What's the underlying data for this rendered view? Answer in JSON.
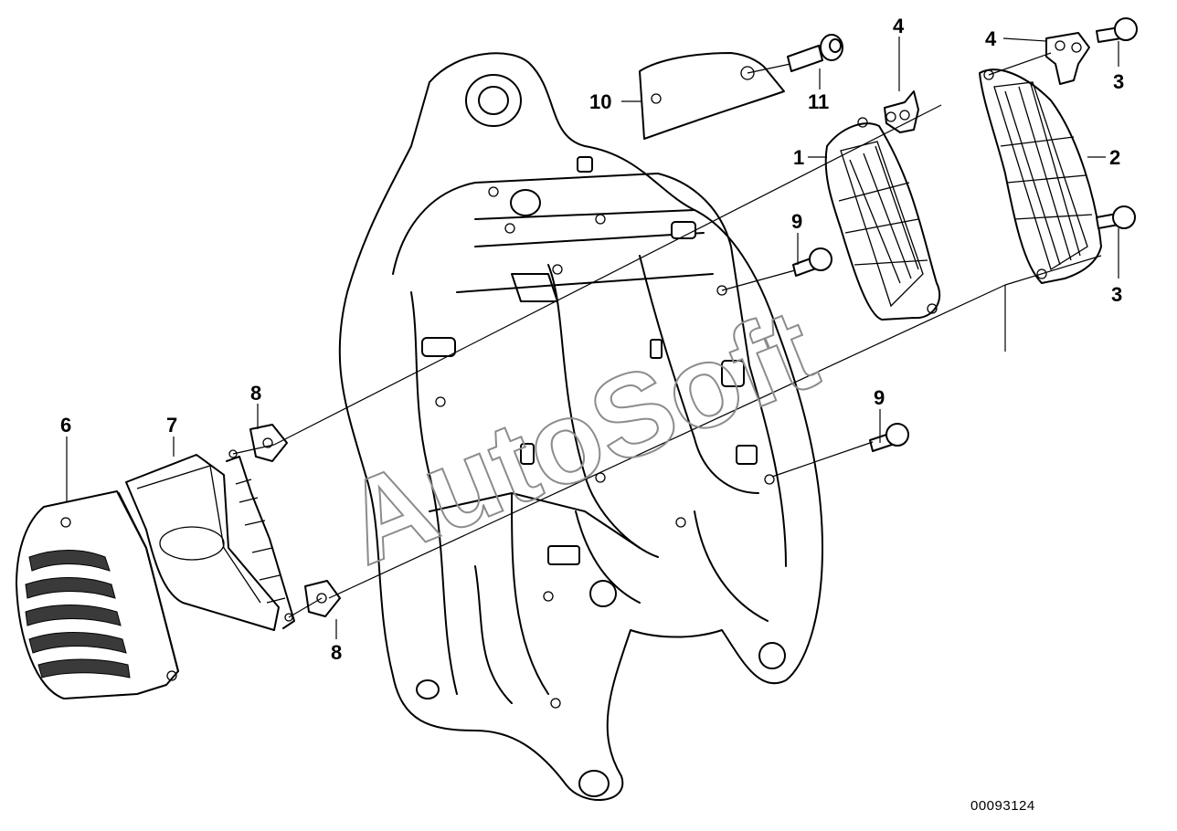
{
  "diagram": {
    "callouts": {
      "c1": "1",
      "c2": "2",
      "c3a": "3",
      "c3b": "3",
      "c4a": "4",
      "c4b": "4",
      "c6": "6",
      "c7": "7",
      "c8a": "8",
      "c8b": "8",
      "c9a": "9",
      "c9b": "9",
      "c10": "10",
      "c11": "11"
    },
    "reference_number": "00093124",
    "watermark": "AutoSoft"
  }
}
